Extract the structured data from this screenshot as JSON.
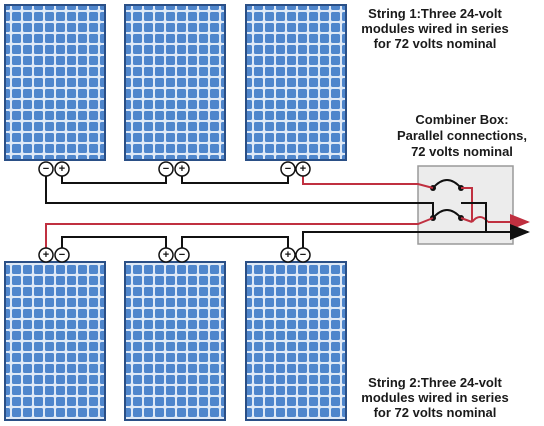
{
  "string1": {
    "lines": [
      "String 1:Three 24-volt",
      "modules wired in series",
      "for 72 volts nominal"
    ]
  },
  "string2": {
    "lines": [
      "String 2:Three 24-volt",
      "modules wired in series",
      "for 72 volts nominal"
    ]
  },
  "combiner": {
    "lines": [
      "Combiner Box:",
      "Parallel connections,",
      "72 volts nominal"
    ]
  },
  "terminal_signs": {
    "positive": "+",
    "negative": "−"
  },
  "colors": {
    "panel_cell": "#4f86cc",
    "panel_grid": "#dfe9f6",
    "panel_frame": "#2a4f86",
    "positive_wire": "#c03040",
    "negative_wire": "#111111",
    "combiner_box": "#ececec"
  },
  "panels": {
    "top_row_count": 3,
    "bottom_row_count": 3,
    "cell_columns": 6,
    "cell_rows": 12
  }
}
